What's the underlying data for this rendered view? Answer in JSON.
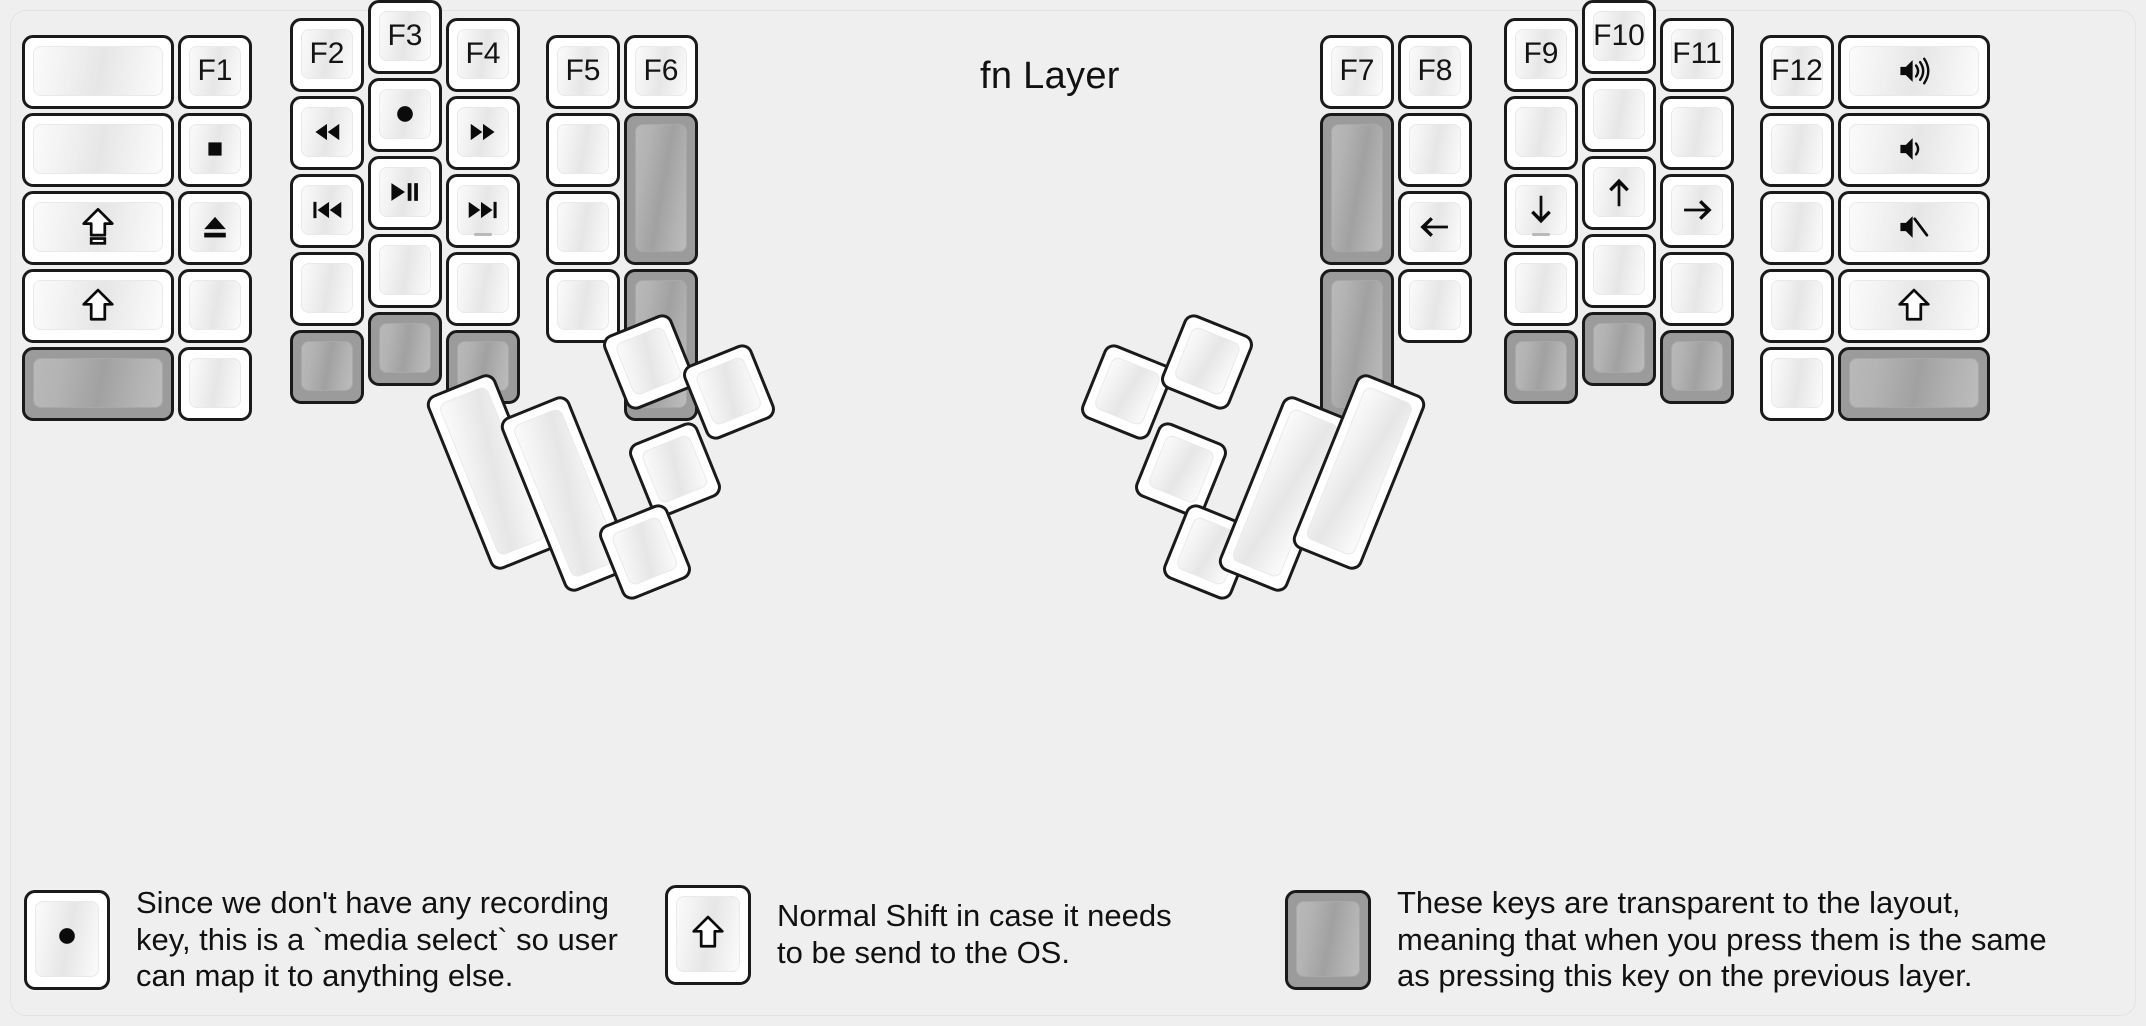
{
  "title": "fn Layer",
  "colors": {
    "background": "#efefef",
    "key_face": "#ffffff",
    "key_outline": "#1a1a1a",
    "transparent_key": "#9b9b9b",
    "text": "#111111"
  },
  "left_half": {
    "name": "left-key-cluster",
    "columns": [
      {
        "name": "col-1-outer",
        "keys": [
          {
            "label": "",
            "icon": "",
            "transparent": false
          },
          {
            "label": "",
            "icon": "",
            "transparent": false
          },
          {
            "label": "",
            "icon": "caps-lock-shift-icon",
            "transparent": false
          },
          {
            "label": "",
            "icon": "shift-icon",
            "transparent": false
          },
          {
            "label": "",
            "icon": "",
            "transparent": true
          }
        ]
      },
      {
        "name": "col-2-f1",
        "keys": [
          {
            "label": "F1",
            "icon": "",
            "transparent": false
          },
          {
            "label": "",
            "icon": "media-stop-icon",
            "transparent": false
          },
          {
            "label": "",
            "icon": "media-eject-icon",
            "transparent": false
          },
          {
            "label": "",
            "icon": "",
            "transparent": false
          },
          {
            "label": "",
            "icon": "",
            "transparent": false
          }
        ]
      },
      {
        "name": "col-3-f2",
        "keys": [
          {
            "label": "F2",
            "icon": "",
            "transparent": false
          },
          {
            "label": "",
            "icon": "media-rewind-icon",
            "transparent": false
          },
          {
            "label": "",
            "icon": "media-previous-track-icon",
            "transparent": false
          },
          {
            "label": "",
            "icon": "",
            "transparent": false
          },
          {
            "label": "",
            "icon": "",
            "transparent": true
          }
        ]
      },
      {
        "name": "col-4-f3",
        "keys": [
          {
            "label": "F3",
            "icon": "",
            "transparent": false
          },
          {
            "label": "",
            "icon": "media-record-icon",
            "transparent": false
          },
          {
            "label": "",
            "icon": "media-play-pause-icon",
            "transparent": false
          },
          {
            "label": "",
            "icon": "",
            "transparent": false
          },
          {
            "label": "",
            "icon": "",
            "transparent": true
          }
        ]
      },
      {
        "name": "col-5-f4",
        "keys": [
          {
            "label": "F4",
            "icon": "",
            "transparent": false
          },
          {
            "label": "",
            "icon": "media-fast-forward-icon",
            "transparent": false
          },
          {
            "label": "",
            "icon": "media-next-track-icon",
            "transparent": false
          },
          {
            "label": "",
            "icon": "",
            "transparent": false
          },
          {
            "label": "",
            "icon": "",
            "transparent": true
          }
        ]
      },
      {
        "name": "col-6-f5",
        "keys": [
          {
            "label": "F5",
            "icon": "",
            "transparent": false
          },
          {
            "label": "",
            "icon": "",
            "transparent": false
          },
          {
            "label": "",
            "icon": "",
            "transparent": false
          },
          {
            "label": "",
            "icon": "",
            "transparent": false
          }
        ]
      },
      {
        "name": "col-7-f6",
        "keys": [
          {
            "label": "F6",
            "icon": "",
            "transparent": false
          },
          {
            "label": "",
            "icon": "",
            "transparent": true
          },
          {
            "label": "",
            "icon": "",
            "transparent": true
          }
        ]
      }
    ],
    "thumb_cluster": {
      "name": "left-thumb-cluster",
      "keys": [
        {
          "label": "",
          "icon": "",
          "transparent": false,
          "size": "2u"
        },
        {
          "label": "",
          "icon": "",
          "transparent": false,
          "size": "2u"
        },
        {
          "label": "",
          "icon": "",
          "transparent": false,
          "size": "1u"
        },
        {
          "label": "",
          "icon": "",
          "transparent": false,
          "size": "1u"
        },
        {
          "label": "",
          "icon": "",
          "transparent": false,
          "size": "1u"
        }
      ]
    }
  },
  "right_half": {
    "name": "right-key-cluster",
    "columns": [
      {
        "name": "col-1-f7",
        "keys": [
          {
            "label": "F7",
            "icon": "",
            "transparent": false
          },
          {
            "label": "",
            "icon": "",
            "transparent": true
          },
          {
            "label": "",
            "icon": "",
            "transparent": true
          }
        ]
      },
      {
        "name": "col-2-f8",
        "keys": [
          {
            "label": "F8",
            "icon": "",
            "transparent": false
          },
          {
            "label": "",
            "icon": "",
            "transparent": false
          },
          {
            "label": "",
            "icon": "arrow-left-icon",
            "transparent": false
          },
          {
            "label": "",
            "icon": "",
            "transparent": false
          }
        ]
      },
      {
        "name": "col-3-f9",
        "keys": [
          {
            "label": "F9",
            "icon": "",
            "transparent": false
          },
          {
            "label": "",
            "icon": "",
            "transparent": false
          },
          {
            "label": "",
            "icon": "arrow-down-icon",
            "transparent": false
          },
          {
            "label": "",
            "icon": "",
            "transparent": false
          },
          {
            "label": "",
            "icon": "",
            "transparent": true
          }
        ]
      },
      {
        "name": "col-4-f10",
        "keys": [
          {
            "label": "F10",
            "icon": "",
            "transparent": false
          },
          {
            "label": "",
            "icon": "",
            "transparent": false
          },
          {
            "label": "",
            "icon": "arrow-up-icon",
            "transparent": false
          },
          {
            "label": "",
            "icon": "",
            "transparent": false
          },
          {
            "label": "",
            "icon": "",
            "transparent": true
          }
        ]
      },
      {
        "name": "col-5-f11",
        "keys": [
          {
            "label": "F11",
            "icon": "",
            "transparent": false
          },
          {
            "label": "",
            "icon": "",
            "transparent": false
          },
          {
            "label": "",
            "icon": "arrow-right-icon",
            "transparent": false
          },
          {
            "label": "",
            "icon": "",
            "transparent": false
          },
          {
            "label": "",
            "icon": "",
            "transparent": true
          }
        ]
      },
      {
        "name": "col-6-f12",
        "keys": [
          {
            "label": "F12",
            "icon": "",
            "transparent": false
          },
          {
            "label": "",
            "icon": "",
            "transparent": false
          },
          {
            "label": "",
            "icon": "",
            "transparent": false
          },
          {
            "label": "",
            "icon": "",
            "transparent": false
          },
          {
            "label": "",
            "icon": "",
            "transparent": false
          }
        ]
      },
      {
        "name": "col-7-outer",
        "keys": [
          {
            "label": "",
            "icon": "volume-up-icon",
            "transparent": false
          },
          {
            "label": "",
            "icon": "volume-down-icon",
            "transparent": false
          },
          {
            "label": "",
            "icon": "volume-mute-icon",
            "transparent": false
          },
          {
            "label": "",
            "icon": "shift-icon",
            "transparent": false
          },
          {
            "label": "",
            "icon": "",
            "transparent": true
          }
        ]
      }
    ],
    "thumb_cluster": {
      "name": "right-thumb-cluster",
      "keys": [
        {
          "label": "",
          "icon": "",
          "transparent": false,
          "size": "1u"
        },
        {
          "label": "",
          "icon": "",
          "transparent": false,
          "size": "1u"
        },
        {
          "label": "",
          "icon": "",
          "transparent": false,
          "size": "1u"
        },
        {
          "label": "",
          "icon": "",
          "transparent": false,
          "size": "2u"
        },
        {
          "label": "",
          "icon": "",
          "transparent": false,
          "size": "2u"
        }
      ]
    }
  },
  "legend": [
    {
      "key_icon": "media-record-icon",
      "transparent": false,
      "text": "Since we don't have any recording\nkey, this is a `media select` so user\ncan map it to anything else."
    },
    {
      "key_icon": "shift-icon",
      "transparent": false,
      "text": "Normal Shift in case it needs\nto be send to the OS."
    },
    {
      "key_icon": "",
      "transparent": true,
      "text": "These keys are transparent to the layout,\nmeaning that when you press them is the same\nas pressing this key on the previous layer."
    }
  ]
}
